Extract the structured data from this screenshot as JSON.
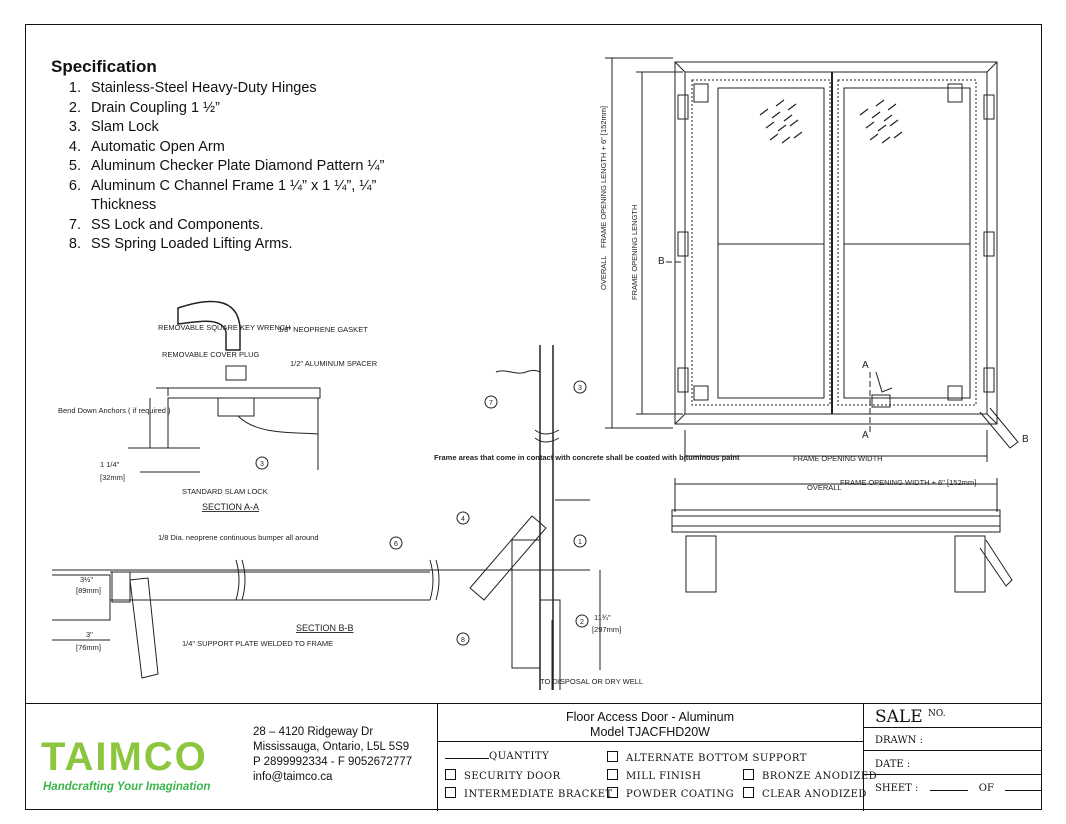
{
  "spec": {
    "heading": "Specification",
    "items": [
      "Stainless-Steel Heavy-Duty Hinges",
      "Drain Coupling 1 ½”",
      "Slam Lock",
      "Automatic Open Arm",
      "Aluminum Checker Plate Diamond Pattern ¼”",
      "Aluminum C Channel Frame 1 ¼” x 1 ¼”, ¼” Thickness",
      "SS Lock and Components.",
      "SS Spring Loaded Lifting Arms."
    ]
  },
  "drawing": {
    "overall_len": "OVERALL",
    "frame_len_plus": "FRAME OPENING LENGTH + 6\" [152mm]",
    "frame_len": "FRAME OPENING LENGTH",
    "frame_width": "FRAME OPENING WIDTH",
    "overall_w": "OVERALL",
    "frame_w_plus": "FRAME OPENING WIDTH + 6\" [152mm]",
    "b_label": "B",
    "a_label": "A",
    "removable_key": "REMOVABLE SQUARE KEY WRENCH",
    "removable_plug": "REMOVABLE COVER PLUG",
    "neoprene_gasket": "1/8\" NEOPRENE GASKET",
    "al_spacer": "1/2\" ALUMINUM SPACER",
    "bend_anchors": "Bend Down Anchors ( if required )",
    "dim_114": "1 1/4\"",
    "dim_32": "[32mm]",
    "std_slam": "STANDARD SLAM LOCK",
    "section_aa": "SECTION A-A",
    "neoprene_bumper": "1/8 Dia. neoprene continuous bumper all around",
    "dim_3a": "3½\"",
    "dim_89": "[89mm]",
    "dim_3b": "3\"",
    "dim_76": "[76mm]",
    "support_plate": "1/4\" SUPPORT PLATE WELDED TO FRAME",
    "section_bb": "SECTION B-B",
    "frame_areas": "Frame areas that come in contact with concrete shall be coated with bituminous paint",
    "dim_1134": "11¾\"",
    "dim_297": "[297mm]",
    "to_disposal": "TO DISPOSAL OR DRY WELL",
    "c1": "1",
    "c2": "2",
    "c3": "3",
    "c4": "4",
    "c6": "6",
    "c7": "7",
    "c8": "8"
  },
  "titleblock": {
    "brand": "TAIMCO",
    "tagline": "Handcrafting Your Imagination",
    "addr1": "28 – 4120 Ridgeway Dr",
    "addr2": "Mississauga, Ontario, L5L 5S9",
    "addr3": "P 2899992334 - F 9052672777",
    "addr4": "info@taimco.ca",
    "title1": "Floor Access Door - Aluminum",
    "title2": "Model TJACFHD20W",
    "quantity": "QUANTITY",
    "opt_security": "SECURITY DOOR",
    "opt_intermediate": "INTERMEDIATE BRACKET",
    "opt_alt_bottom": "ALTERNATE BOTTOM SUPPORT",
    "opt_mill": "MILL FINISH",
    "opt_powder": "POWDER COATING",
    "opt_bronze": "BRONZE ANODIZED",
    "opt_clear": "CLEAR ANODIZED",
    "sale": "SALE",
    "sale_no": "NO.",
    "drawn": "DRAWN :",
    "date": "DATE :",
    "sheet": "SHEET :",
    "of": "OF"
  },
  "colors": {
    "brand_green": "#8cc63f",
    "brand_blue": "#1b75bb",
    "tagline_green": "#39b54a"
  }
}
